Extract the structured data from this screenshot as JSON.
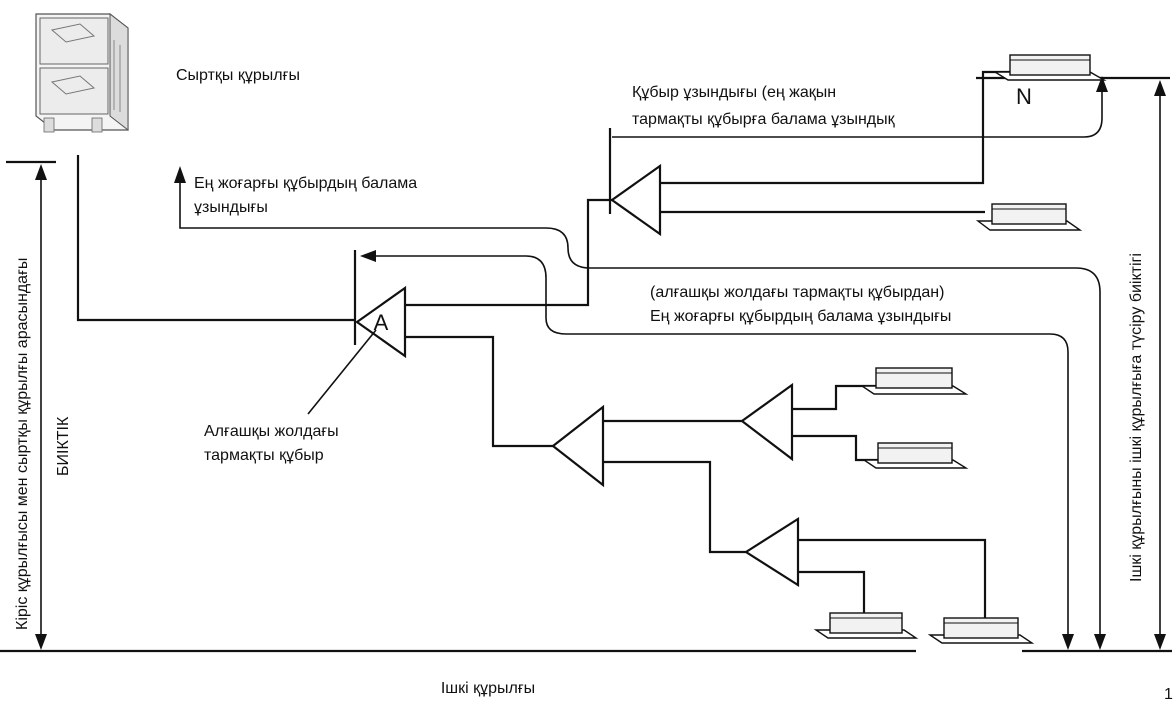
{
  "labels": {
    "outdoor_unit": "Сыртқы құрылғы",
    "pipe_length_line1": "Құбыр ұзындығы (ең жақын",
    "pipe_length_line2": "тармақты құбырға балама ұзындық",
    "max_equiv_line1": "Ең жоғарғы құбырдың балама",
    "max_equiv_line2": "ұзындығы",
    "from_first_branch": "(алғашқы жолдағы тармақты құбырдан)",
    "max_equiv_from_first": "Ең жоғарғы құбырдың балама ұзындығы",
    "first_branch_line1": "Алғашқы жолдағы",
    "first_branch_line2": "тармақты құбыр",
    "height_vertical": "БИІКТІК",
    "height_between": "Кіріс құрылғысы мен сыртқы құрылғы арасындағы",
    "indoor_drop": "Ішкі құрылғыны ішкі құрылғыға түсіру биіктігі",
    "indoor_unit": "Ішкі құрылғы",
    "node_a": "A",
    "node_n": "N",
    "page_number": "1"
  },
  "colors": {
    "line": "#111111",
    "background": "#ffffff"
  }
}
